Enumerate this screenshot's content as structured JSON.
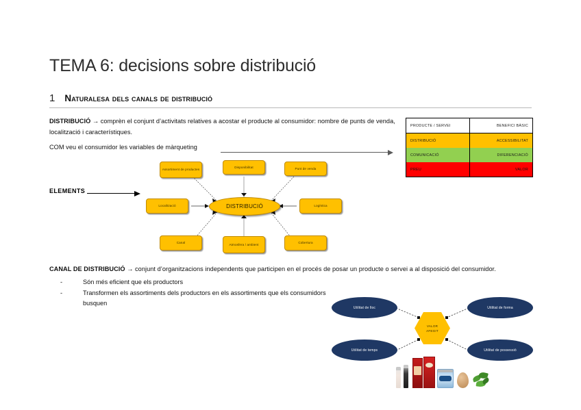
{
  "document": {
    "title": "TEMA 6: decisions sobre distribució",
    "section": {
      "number": "1",
      "heading": "Naturalesa dels canals de distribució"
    }
  },
  "body": {
    "distribucio_term": "DISTRIBUCIÓ",
    "distribucio_arrow": "→",
    "distribucio_definition": " comprèn el conjunt d’activitats relatives a acostar el producte al consumidor: nombre de punts de venda, localització i característiques.",
    "com_line": "COM veu el consumidor les variables de màrqueting",
    "elements_label": "ELEMENTS",
    "canal_term": "CANAL DE DISTRIBUCIÓ",
    "canal_arrow": "→",
    "canal_definition": " conjunt d’organitzacions independents que participen en el procés de posar un producte o servei a al disposició del consumidor.",
    "bullets": [
      {
        "dash": "-",
        "text": "Són més eficient que els productors"
      },
      {
        "dash": "-",
        "text": "Transformen els assortiments dels productors en els assortiments que els consumidors busquen"
      }
    ]
  },
  "marketing_table": {
    "columns": [
      "PRODUCTE / SERVEI",
      "BENEFICI BÀSIC"
    ],
    "rows": [
      {
        "left": "DISTRIBUCIÓ",
        "right": "ACCESSIBILITAT",
        "color": "#ffc000"
      },
      {
        "left": "COMUNICACIÓ",
        "right": "DIFERENCIACIÓ",
        "color": "#92d050"
      },
      {
        "left": "PREU",
        "right": "VALOR",
        "color": "#ff0000"
      }
    ]
  },
  "diagram_distribucio": {
    "center": "DISTRIBUCIÓ",
    "nodes": [
      {
        "id": "assortiment",
        "label": "Assortiment de productes"
      },
      {
        "id": "disponibilitat",
        "label": "Disponibilitat"
      },
      {
        "id": "punt-de-venda",
        "label": "Punt de venda"
      },
      {
        "id": "localitzacio",
        "label": "Localització"
      },
      {
        "id": "logistica",
        "label": "Logística"
      },
      {
        "id": "canal",
        "label": "Canal"
      },
      {
        "id": "atmosfera",
        "label": "Atmosfera / ambient"
      },
      {
        "id": "cobertura",
        "label": "Cobertura"
      }
    ],
    "node_color": "#ffc000"
  },
  "diagram_valor": {
    "center_line1": "VALOR",
    "center_line2": "AFEGIT",
    "center_color": "#ffc000",
    "ellipse_color": "#1f3864",
    "nodes": [
      {
        "id": "utilitat-de-lloc",
        "label": "Utilitat de lloc"
      },
      {
        "id": "utilitat-de-forma",
        "label": "Utilitat de forma"
      },
      {
        "id": "utilitat-de-temps",
        "label": "Utilitat de temps"
      },
      {
        "id": "utilitat-de-possessio",
        "label": "Utilitat de possessió"
      }
    ]
  },
  "products": {
    "items": [
      {
        "id": "salt-mill",
        "label": "Salt mill"
      },
      {
        "id": "pepper-mill",
        "label": "Pepper mill"
      },
      {
        "id": "red-package-1",
        "label": "Red package"
      },
      {
        "id": "red-package-2",
        "label": "Red package"
      },
      {
        "id": "calve-can",
        "label": "Calvé"
      },
      {
        "id": "egg",
        "label": "Egg"
      },
      {
        "id": "basil",
        "label": "Basil"
      }
    ]
  }
}
